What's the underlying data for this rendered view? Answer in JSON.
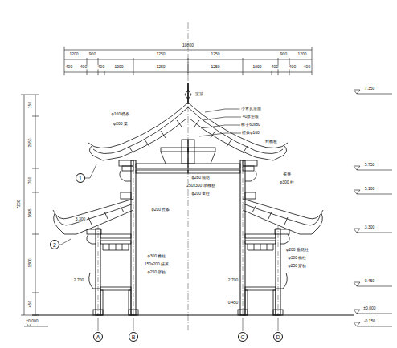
{
  "diagram": {
    "nodes": [
      {
        "text": [
          "1"
        ]
      },
      {
        "text": [
          "2"
        ]
      },
      {
        "text": [
          "A"
        ]
      },
      {
        "text": [
          "B"
        ]
      },
      {
        "text": [
          "C"
        ]
      },
      {
        "text": [
          "D"
        ]
      }
    ],
    "labels": [
      "10800",
      "1200",
      "900",
      "1250",
      "1250",
      "900",
      "1200",
      "400",
      "400",
      "400",
      "1000",
      "1250",
      "1250",
      "1000",
      "400",
      "400",
      "400",
      "150",
      "2550",
      "700",
      "1665",
      "1800",
      "450",
      "7200",
      "7.350",
      "5.750",
      "5.100",
      "3.300",
      "0.450",
      "±0.000",
      "-0.150",
      "±0.000",
      "宝顶",
      "小青瓦屋面",
      "40厚望板",
      "椽子60x80",
      "檩条φ160",
      "φ160 檩条",
      "φ200 梁",
      "封檐板",
      "φ280 额枋",
      "250x300 承椽枋",
      "φ200 童柱",
      "雀替",
      "φ300 柱",
      "φ200 檩条",
      "φ300 檐柱",
      "150x200 挂落",
      "φ250 穿枋",
      "φ200 垂花柱",
      "φ300 檐柱",
      "φ250 穿枋",
      "2.700",
      "2.700",
      "3.300",
      "0.450"
    ]
  }
}
